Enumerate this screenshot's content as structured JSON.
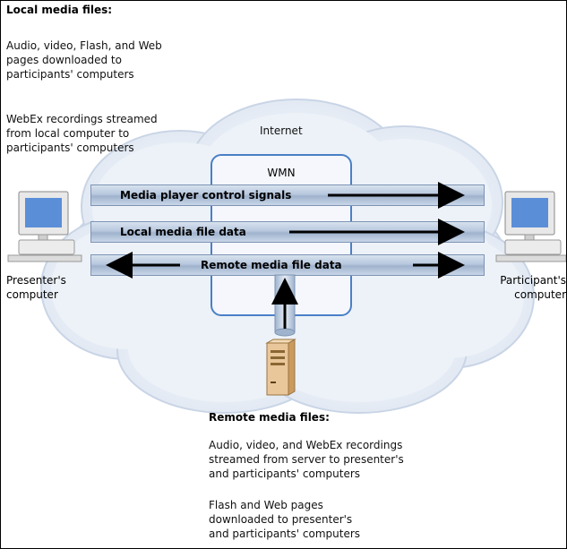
{
  "local_media": {
    "heading": "Local media files:",
    "desc_1": "Audio, video, Flash, and Web\npages downloaded to\nparticipants' computers",
    "desc_2": "WebEx recordings streamed\nfrom local computer to\nparticipants' computers"
  },
  "internet_label": "Internet",
  "wmn_label": "WMN",
  "bands": {
    "control": "Media player control signals",
    "local": "Local media file data",
    "remote": "Remote media file data"
  },
  "presenter_label": "Presenter's\ncomputer",
  "participant_label": "Participant's\ncomputer",
  "remote_media": {
    "heading": "Remote media files:",
    "desc_1": "Audio, video, and WebEx recordings\nstreamed from server to presenter's\nand participants' computers",
    "desc_2": "Flash and Web pages\ndownloaded to presenter's\nand participants' computers"
  },
  "icons": [
    "cloud-icon",
    "presenter-computer-icon",
    "participant-computer-icon",
    "media-server-icon"
  ],
  "colors": {
    "wmn_border": "#4a7fc6",
    "band_fill": "#b7c7dd",
    "cloud": "#e6ecf5"
  }
}
